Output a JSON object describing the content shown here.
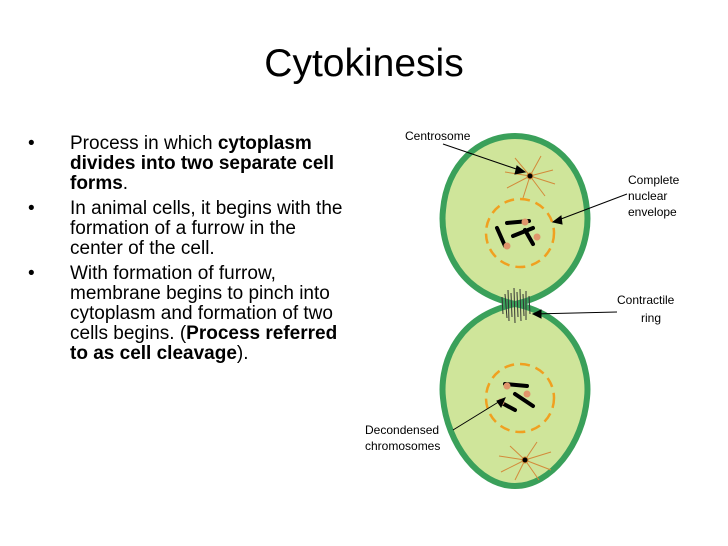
{
  "title": "Cytokinesis",
  "bullets": [
    {
      "pre": "Process in which ",
      "bold": "cytoplasm divides into two separate cell forms",
      "post": "."
    },
    {
      "text": "In animal cells, it begins with the formation of a furrow in the center of the cell."
    },
    {
      "pre": "With formation of furrow, membrane begins to pinch into cytoplasm and formation of two cells begins. (",
      "bold": "Process referred to as cell cleavage",
      "post": ")."
    }
  ],
  "diagram": {
    "labels": {
      "centrosome": "Centrosome",
      "nuclear_envelope": [
        "Complete",
        "nuclear",
        "envelope"
      ],
      "contractile_ring": [
        "Contractile",
        "ring"
      ],
      "chromosomes": [
        "Decondensed",
        "chromosomes"
      ]
    },
    "colors": {
      "cell_fill": "#cfe59a",
      "cell_edge": "#3aa05a",
      "envelope": "#f0a020",
      "chromosome": "#000000",
      "centromere": "#e0956b"
    }
  }
}
